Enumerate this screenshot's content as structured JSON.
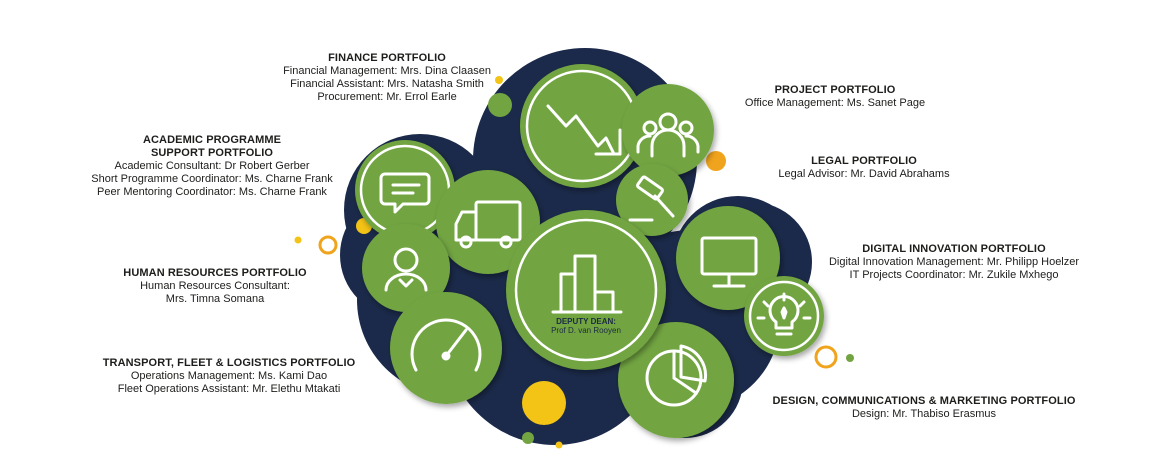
{
  "colors": {
    "navy": "#1b2a4a",
    "green": "#72a542",
    "yellow": "#f3c316",
    "orange": "#f0a31c",
    "icon": "#ffffff",
    "text": "#1d1d1b"
  },
  "center": {
    "title": "DEPUTY DEAN:",
    "name": "Prof D. van Rooyen",
    "icon": "office-buildings-icon"
  },
  "portfolios": [
    {
      "id": "finance",
      "title": "FINANCE PORTFOLIO",
      "icon": "declining-trend-chart-icon",
      "lines": [
        "Financial Management: Mrs. Dina Claasen",
        "Financial Assistant: Mrs. Natasha Smith",
        "Procurement: Mr. Errol Earle"
      ]
    },
    {
      "id": "academic",
      "title": "ACADEMIC PROGRAMME",
      "title2": "SUPPORT PORTFOLIO",
      "icon": "chat-bubble-icon",
      "lines": [
        "Academic Consultant: Dr Robert Gerber",
        "Short Programme Coordinator: Ms. Charne Frank",
        "Peer Mentoring Coordinator: Ms. Charne Frank"
      ]
    },
    {
      "id": "hr",
      "title": "HUMAN RESOURCES PORTFOLIO",
      "icon": "person-icon",
      "lines": [
        "Human Resources Consultant:",
        "Mrs. Timna Somana"
      ]
    },
    {
      "id": "transport",
      "title": "TRANSPORT, FLEET & LOGISTICS PORTFOLIO",
      "icon": "truck-icon",
      "lines": [
        "Operations Management: Ms. Kami Dao",
        "Fleet Operations Assistant: Mr. Elethu Mtakati"
      ]
    },
    {
      "id": "project",
      "title": "PROJECT PORTFOLIO",
      "icon": "team-icon",
      "lines": [
        "Office Management: Ms. Sanet Page"
      ]
    },
    {
      "id": "legal",
      "title": "LEGAL PORTFOLIO",
      "icon": "gavel-icon",
      "lines": [
        "Legal Advisor: Mr. David Abrahams"
      ]
    },
    {
      "id": "digital",
      "title": "DIGITAL INNOVATION PORTFOLIO",
      "icon": "monitor-icon",
      "lines": [
        "Digital Innovation Management: Mr. Philipp Hoelzer",
        "IT Projects Coordinator: Mr. Zukile Mxhego"
      ]
    },
    {
      "id": "design",
      "title": "DESIGN, COMMUNICATIONS & MARKETING PORTFOLIO",
      "icon": "pie-chart-icon",
      "lines": [
        "Design: Mr. Thabiso Erasmus"
      ]
    }
  ],
  "extra_icons": [
    "gauge-icon",
    "lightbulb-icon"
  ]
}
